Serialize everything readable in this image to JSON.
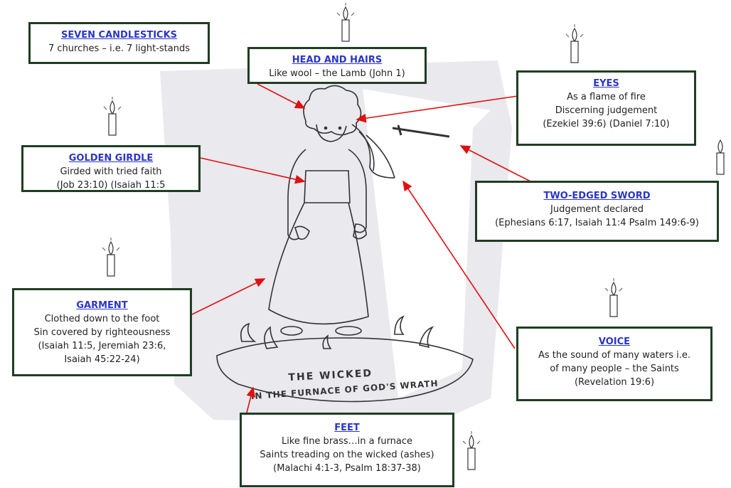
{
  "boxes": {
    "seven_candlesticks": {
      "title": "SEVEN CANDLESTICKS",
      "lines": [
        "7 churches – i.e. 7 light-stands"
      ]
    },
    "head_and_hairs": {
      "title": "HEAD AND HAIRS",
      "lines": [
        "Like wool – the Lamb (John 1)"
      ]
    },
    "eyes": {
      "title": "EYES",
      "lines": [
        "As a flame of fire",
        "Discerning judgement",
        "(Ezekiel 39:6) (Daniel 7:10)"
      ]
    },
    "golden_girdle": {
      "title": "GOLDEN GIRDLE",
      "lines": [
        "Girded with tried faith",
        "(Job 23:10) (Isaiah 11:5"
      ]
    },
    "two_edged_sword": {
      "title": "TWO-EDGED SWORD",
      "lines": [
        "Judgement declared",
        "(Ephesians 6:17, Isaiah 11:4 Psalm 149:6-9)"
      ]
    },
    "garment": {
      "title": "GARMENT",
      "lines": [
        "Clothed down to the foot",
        "Sin covered by righteousness",
        "(Isaiah 11:5, Jeremiah 23:6,",
        "Isaiah 45:22-24)"
      ]
    },
    "voice": {
      "title": "VOICE",
      "lines": [
        "As the sound of many waters i.e.",
        "of many people – the Saints",
        "(Revelation 19:6)"
      ]
    },
    "feet": {
      "title": "FEET",
      "lines": [
        "Like fine brass…in a furnace",
        "Saints treading on the wicked (ashes)",
        "(Malachi 4:1-3, Psalm 18:37-38)"
      ]
    }
  },
  "drawing": {
    "caption_line1": "THE WICKED",
    "caption_line2": "IN THE FURNACE OF GOD'S WRATH"
  },
  "colors": {
    "box_border": "#1f3d22",
    "title": "#2a35c8",
    "arrow": "#e01010",
    "sketch": "#333333"
  }
}
